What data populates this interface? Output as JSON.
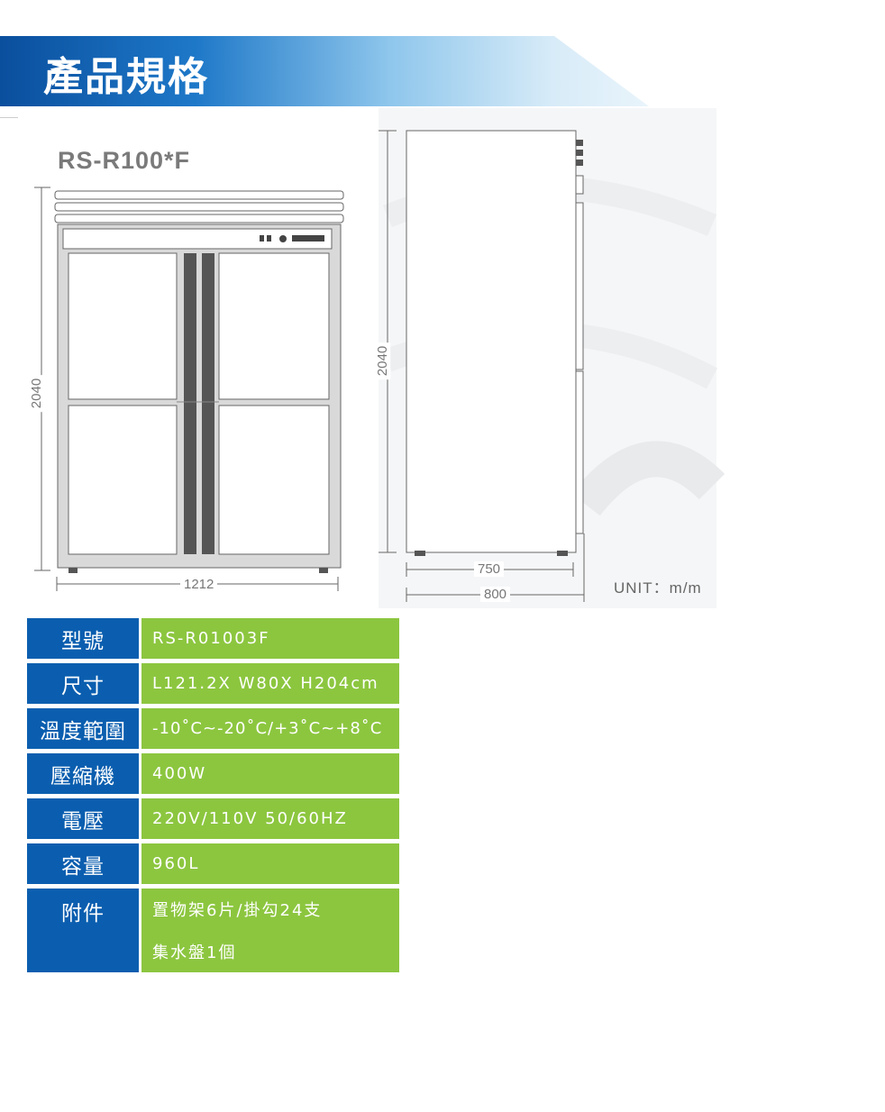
{
  "header": {
    "title": "產品規格"
  },
  "drawing": {
    "model": "RS-R100*F",
    "front_height": "2040",
    "front_width": "1212",
    "side_height": "2040",
    "side_depth_inner": "750",
    "side_depth_outer": "800",
    "unit": "UNIT：m/m"
  },
  "specs": [
    {
      "label": "型號",
      "value": "RS-R01003F"
    },
    {
      "label": "尺寸",
      "value": "L121.2X W80X H204cm"
    },
    {
      "label": "溫度範圍",
      "value": "-10˚C~-20˚C/+3˚C~+8˚C"
    },
    {
      "label": "壓縮機",
      "value": "400W"
    },
    {
      "label": "電壓",
      "value": "220V/110V 50/60HZ"
    },
    {
      "label": "容量",
      "value": "960L"
    },
    {
      "label": "附件",
      "value": "置物架6片/掛勾24支",
      "value2": "集水盤1個"
    }
  ],
  "colors": {
    "label_bg": "#0b5eaf",
    "value_bg": "#8cc63f",
    "banner": "#1e78c8"
  }
}
